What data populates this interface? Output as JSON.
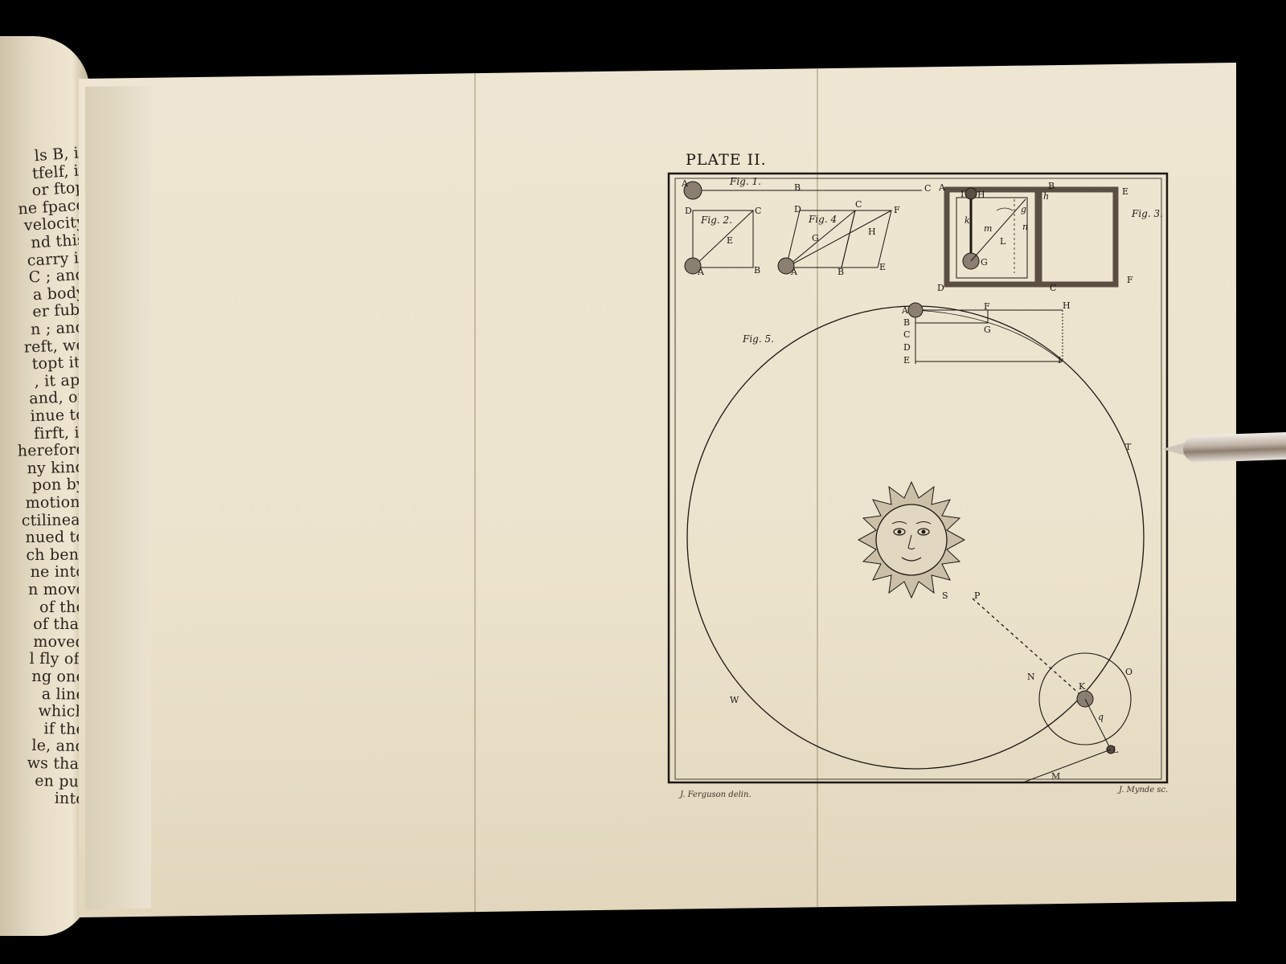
{
  "photo": {
    "subject": "Open book with fold-out engraved astronomy plate",
    "background_color": "#000000",
    "paper_color": "#ede4cf",
    "ink_color": "#1c1712"
  },
  "left_page_text": [
    "ls B, it",
    "tfelf, it",
    "or ftop",
    "ne fpace",
    "velocity",
    "nd this",
    "carry it",
    "C ; and",
    "a body",
    "er fub-",
    "n ; and",
    "reft, we",
    "topt it.",
    ", it ap-",
    "and, or",
    "inue to",
    "firft, if",
    "herefore",
    "ny kind",
    "pon by",
    "motion,",
    "ctilineal",
    "nued to",
    "ch bent",
    "ne into",
    "n move",
    "of the",
    "of that",
    "moved",
    "l fly off",
    "ng one",
    "a line",
    "which",
    "if the",
    "le, and",
    "ws that",
    "en put",
    "into"
  ],
  "plate": {
    "title": "PLATE II.",
    "credit_left": "J. Ferguson delin.",
    "credit_right": "J. Mynde sc.",
    "fig_labels": {
      "fig1": "Fig. 1.",
      "fig2": "Fig. 2.",
      "fig3": "Fig. 3.",
      "fig4": "Fig. 4",
      "fig5": "Fig. 5."
    },
    "letters": {
      "A": "A",
      "B": "B",
      "C": "C",
      "D": "D",
      "E": "E",
      "F": "F",
      "G": "G",
      "H": "H",
      "I": "I",
      "K": "K",
      "L": "L",
      "M": "M",
      "N": "N",
      "O": "O",
      "P": "P",
      "S": "S",
      "T": "T",
      "W": "W",
      "h": "h",
      "k": "k",
      "m": "m",
      "n": "n",
      "g": "g",
      "q": "q"
    }
  }
}
